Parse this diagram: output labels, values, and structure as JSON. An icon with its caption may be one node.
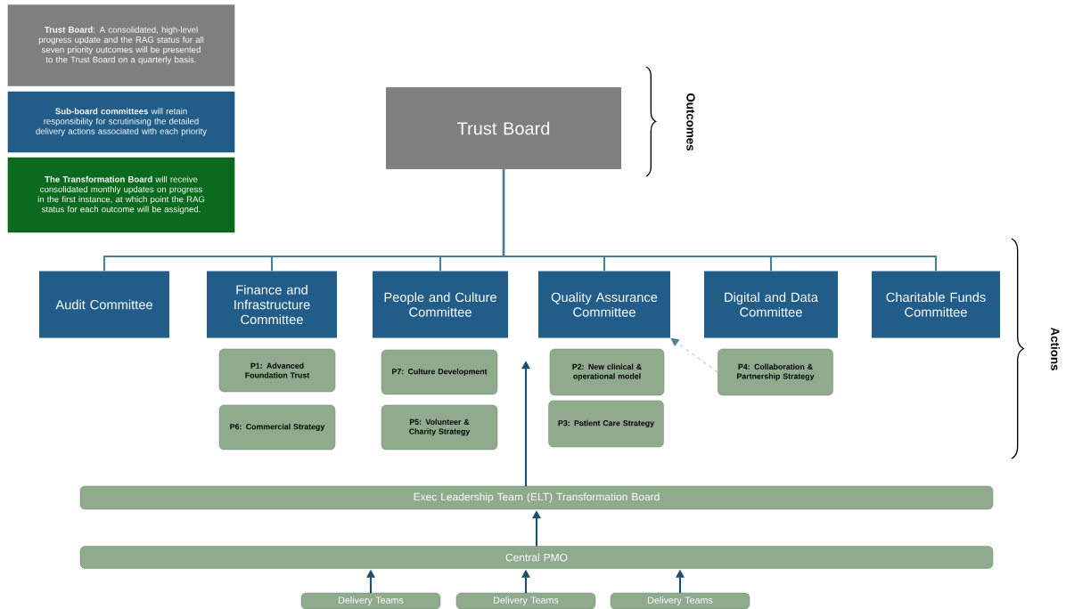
{
  "diagram": {
    "nodes": [
      {
        "text": [
          "**Trust Board**: A consolidated, high-level progress update and the RAG status for all seven priority outcomes will be presented to the Trust Board on a quarterly basis."
        ]
      },
      {
        "text": [
          "**Sub-board committees** will retain responsibility for scrutinising the detailed delivery actions associated with each priority"
        ]
      },
      {
        "text": [
          "**The Transformation Board** will receive consolidated monthly updates on progress in the first instance, at which point the RAG status for each outcome will be assigned."
        ]
      },
      {
        "text": [
          "Trust Board"
        ]
      },
      {
        "text": [
          "Audit Committee"
        ]
      },
      {
        "text": [
          "Finance and Infrastructure Committee"
        ]
      },
      {
        "text": [
          "People and Culture Committee"
        ]
      },
      {
        "text": [
          "Quality Assurance Committee"
        ]
      },
      {
        "text": [
          "Digital and Data Committee"
        ]
      },
      {
        "text": [
          "Charitable Funds Committee"
        ]
      },
      {
        "text": [
          "P1: Advanced Foundation Trust"
        ]
      },
      {
        "text": [
          "P6: Commercial Strategy"
        ]
      },
      {
        "text": [
          "P7: Culture Development"
        ]
      },
      {
        "text": [
          "P5: Volunteer & Charity Strategy"
        ]
      },
      {
        "text": [
          "P2: New clinical & operational model"
        ]
      },
      {
        "text": [
          "P3: Patient Care Strategy"
        ]
      },
      {
        "text": [
          "P4: Collaboration & Partnership Strategy"
        ]
      },
      {
        "text": [
          "Exec Leadership Team (ELT) Transformation Board"
        ]
      },
      {
        "text": [
          "Central PMO"
        ]
      },
      {
        "text": [
          "Delivery Teams"
        ]
      },
      {
        "text": [
          "Delivery Teams"
        ]
      },
      {
        "text": [
          "Delivery Teams"
        ]
      }
    ],
    "edges": [
      {
        "from": 3,
        "to": 4,
        "arrow": "none"
      },
      {
        "from": 3,
        "to": 5,
        "arrow": "none"
      },
      {
        "from": 3,
        "to": 6,
        "arrow": "none"
      },
      {
        "from": 3,
        "to": 7,
        "arrow": "none"
      },
      {
        "from": 3,
        "to": 8,
        "arrow": "none"
      },
      {
        "from": 3,
        "to": 9,
        "arrow": "none"
      },
      {
        "from": 16,
        "to": 7,
        "arrow": "to",
        "style": "dashed"
      },
      {
        "from": 17,
        "to": null,
        "arrow": "to"
      },
      {
        "from": 18,
        "to": 17,
        "arrow": "to"
      },
      {
        "from": 19,
        "to": 18,
        "arrow": "to"
      },
      {
        "from": 20,
        "to": 18,
        "arrow": "to"
      },
      {
        "from": 21,
        "to": 18,
        "arrow": "to"
      }
    ],
    "labels": [
      "Outcomes",
      "Actions"
    ]
  }
}
